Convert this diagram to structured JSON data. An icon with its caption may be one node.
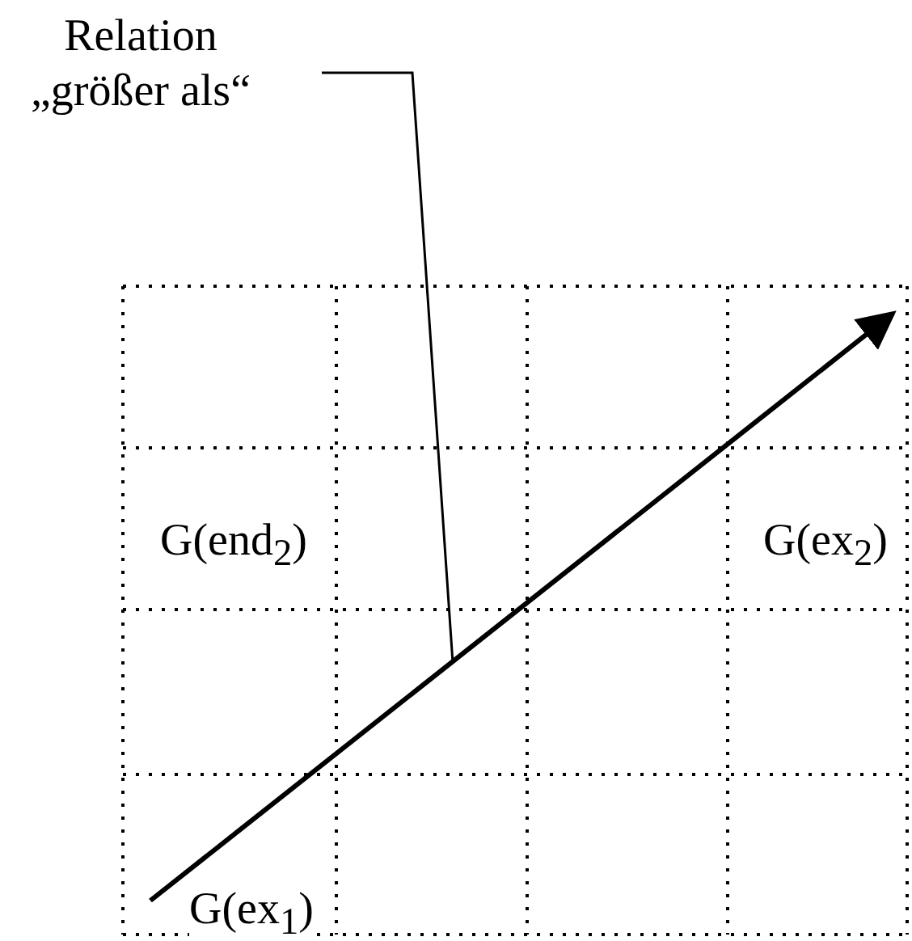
{
  "diagram": {
    "nodes": [
      {
        "text": [
          "Relation „größer als“"
        ]
      },
      {
        "text": [],
        "shape": "arrow"
      }
    ],
    "edges": [
      {
        "from": 0,
        "to": 1,
        "arrow": "none"
      }
    ],
    "labels": [
      "G(end$_{2}$)",
      "G(ex$_{2}$)",
      "G(ex$_{1}$)"
    ]
  }
}
